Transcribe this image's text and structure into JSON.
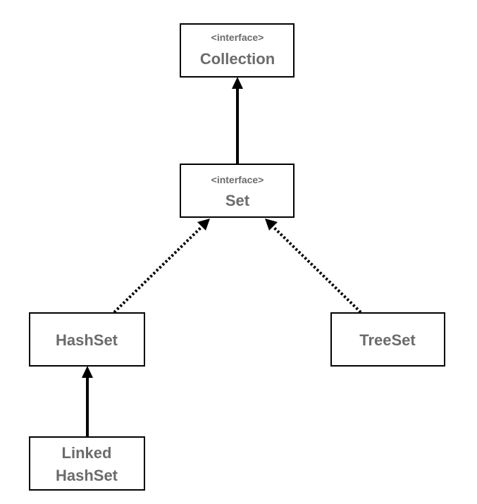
{
  "nodes": {
    "collection": {
      "stereotype": "<interface>",
      "name": "Collection"
    },
    "set": {
      "stereotype": "<interface>",
      "name": "Set"
    },
    "hashset": {
      "name": "HashSet"
    },
    "treeset": {
      "name": "TreeSet"
    },
    "linkedhashset": {
      "name_line1": "Linked",
      "name_line2": "HashSet"
    }
  },
  "edges": [
    {
      "from": "set",
      "to": "collection",
      "style": "solid"
    },
    {
      "from": "hashset",
      "to": "set",
      "style": "dotted"
    },
    {
      "from": "treeset",
      "to": "set",
      "style": "dotted"
    },
    {
      "from": "linkedhashset",
      "to": "hashset",
      "style": "solid"
    }
  ]
}
